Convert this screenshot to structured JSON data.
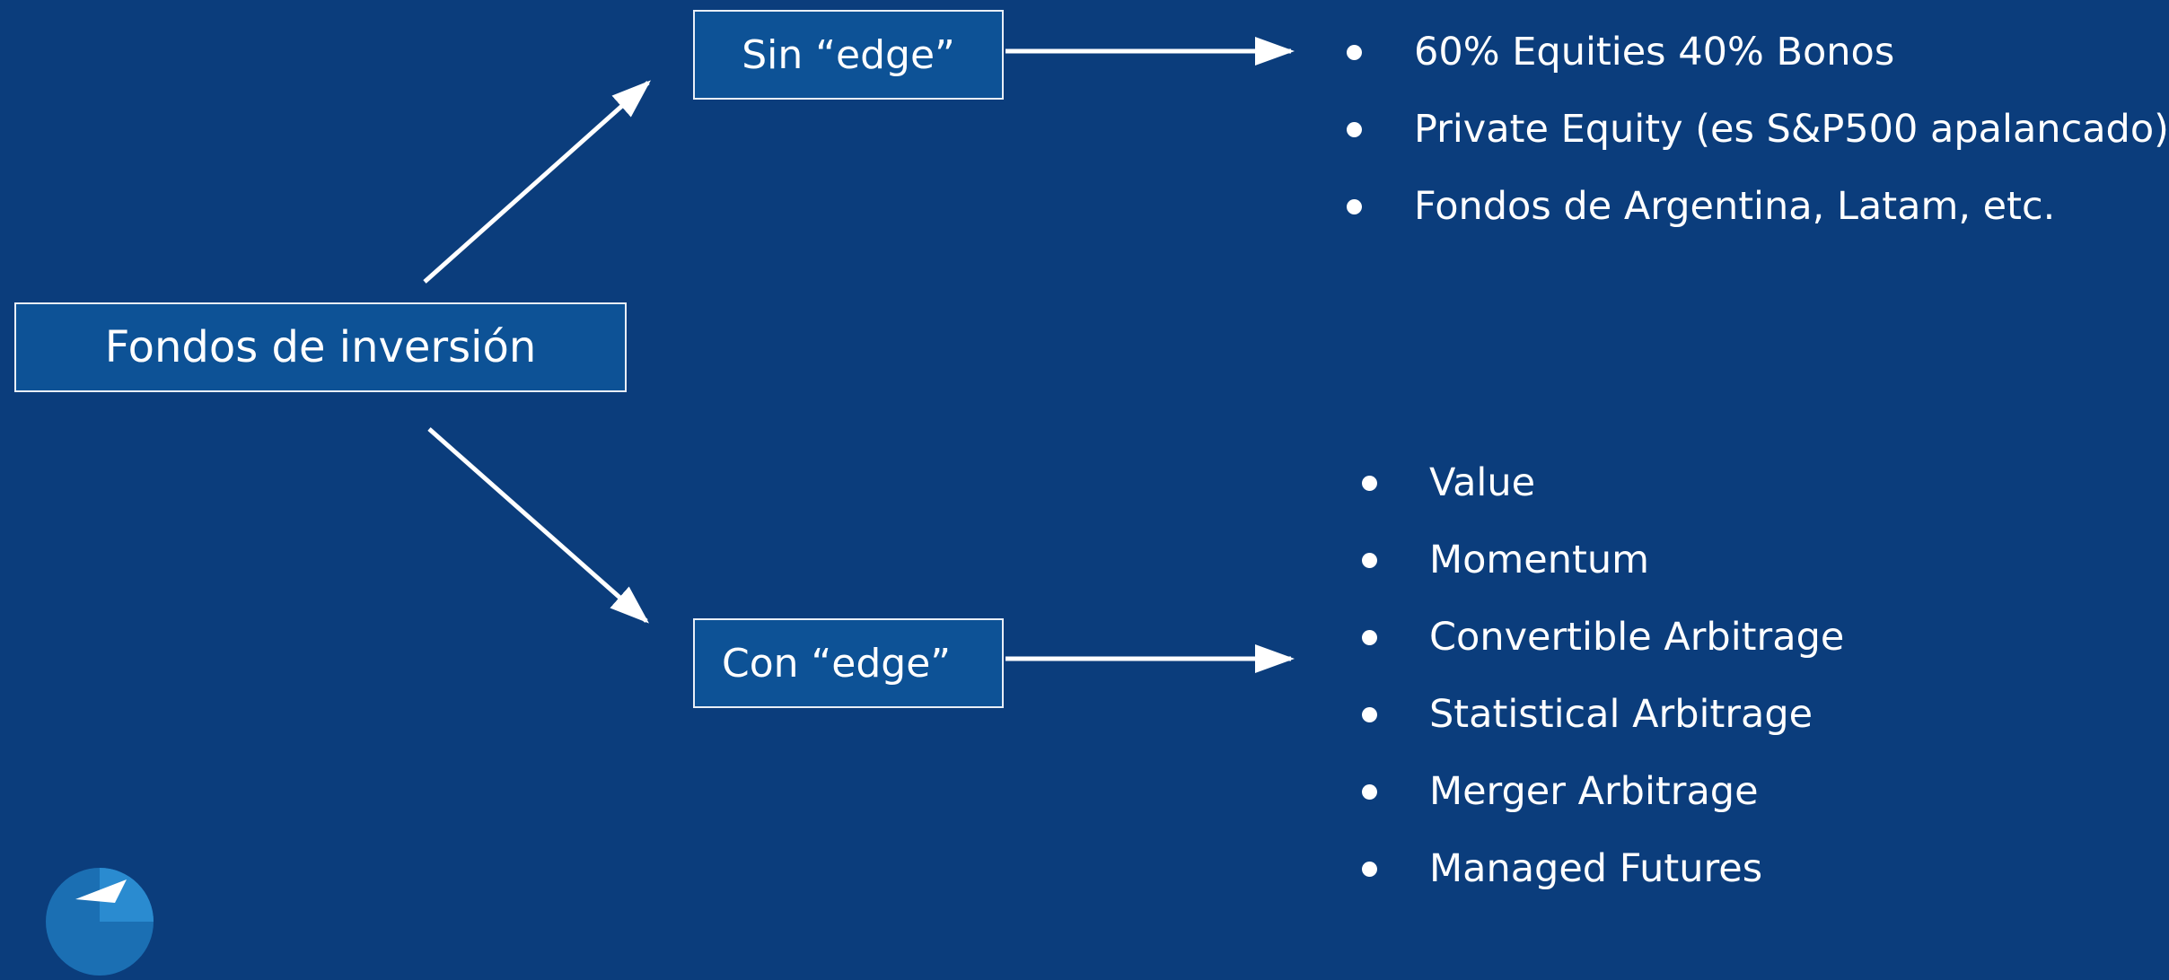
{
  "diagram": {
    "root": "Fondos de inversión",
    "top_branch": {
      "label": "Sin “edge”",
      "items": [
        "60% Equities 40% Bonos",
        "Private Equity (es S&P500 apalancado)",
        "Fondos de Argentina, Latam, etc."
      ]
    },
    "bottom_branch": {
      "label": "Con “edge”",
      "items": [
        "Value",
        "Momentum",
        "Convertible Arbitrage",
        "Statistical Arbitrage",
        "Merger Arbitrage",
        "Managed Futures"
      ]
    }
  },
  "colors": {
    "background": "#0b3d7c",
    "box_fill": "#0d5296",
    "box_border": "#e8eef6",
    "foreground": "#ffffff"
  },
  "icons": {
    "logo": "logo-icon",
    "bullet": "bullet-icon",
    "arrow": "arrow-icon"
  }
}
